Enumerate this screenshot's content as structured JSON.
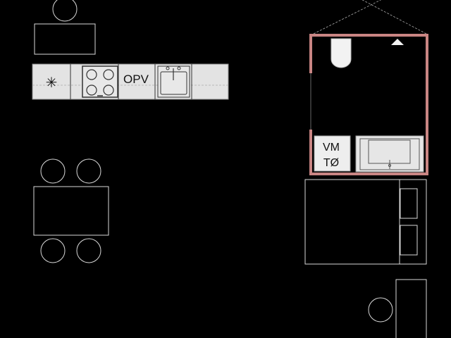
{
  "labels": {
    "dishwasher": "OPV",
    "washer_line1": "VM",
    "washer_line2": "TØ"
  },
  "symbols": {
    "fridge": "✳"
  },
  "colors": {
    "background": "#000000",
    "bathroom_wall": "#c98583",
    "line": "#d9d9d9",
    "fixture_fill": "#e3e3e3"
  },
  "icons": [
    "fridge-icon",
    "stove-icon",
    "sink-icon",
    "toilet-icon",
    "basin-icon",
    "door-arrow-icon"
  ]
}
